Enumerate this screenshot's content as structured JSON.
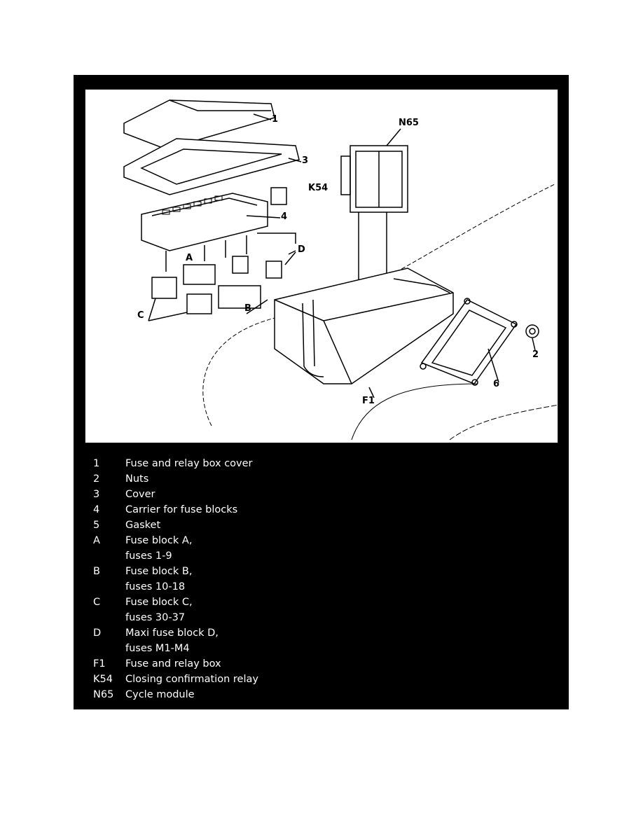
{
  "figure": {
    "labels": {
      "l1": "1",
      "l3": "3",
      "k54": "K54",
      "l4": "4",
      "n65": "N65",
      "a": "A",
      "d": "D",
      "c": "C",
      "b": "B",
      "f1": "F1",
      "l6": "6",
      "l2": "2"
    }
  },
  "legend": [
    {
      "key": "1",
      "text": "Fuse and relay box cover"
    },
    {
      "key": "2",
      "text": "Nuts"
    },
    {
      "key": "3",
      "text": "Cover"
    },
    {
      "key": "4",
      "text": "Carrier for fuse blocks"
    },
    {
      "key": "5",
      "text": "Gasket"
    },
    {
      "key": "A",
      "text": "Fuse block A,"
    },
    {
      "key": "",
      "text": "fuses 1-9"
    },
    {
      "key": "B",
      "text": "Fuse block B,"
    },
    {
      "key": "",
      "text": "fuses 10-18"
    },
    {
      "key": "C",
      "text": "Fuse block C,"
    },
    {
      "key": "",
      "text": "fuses 30-37"
    },
    {
      "key": "D",
      "text": "Maxi fuse block D,"
    },
    {
      "key": "",
      "text": "fuses M1-M4"
    },
    {
      "key": "F1",
      "text": "Fuse and relay box"
    },
    {
      "key": "K54",
      "text": "Closing confirmation relay"
    },
    {
      "key": "N65",
      "text": "Cycle module"
    }
  ]
}
